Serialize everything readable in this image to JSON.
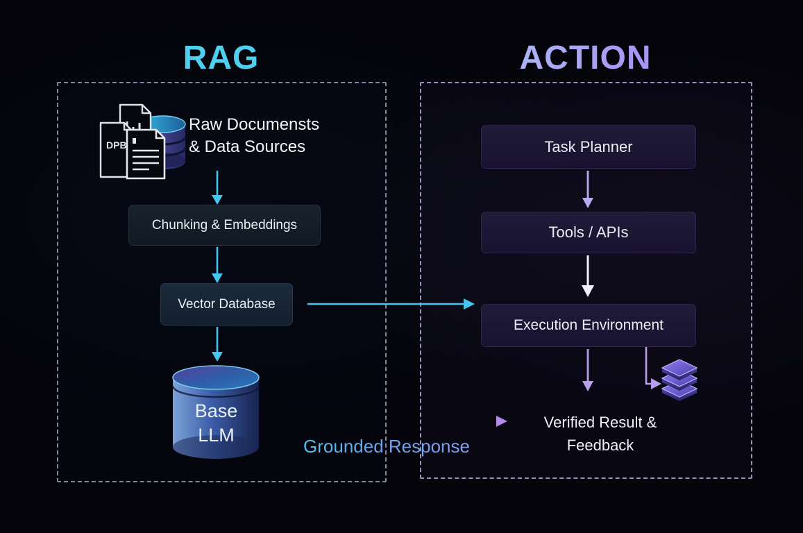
{
  "theme": {
    "background": "#04040a",
    "rag_accent": "#4fd0ee",
    "action_accent_start": "#aecbf7",
    "action_accent_end": "#a57cf2",
    "cyan_arrow": "#45c6ef",
    "lavender_arrow": "#bcaaf0",
    "white_arrow": "#eef2f8",
    "purple_arrow": "#b79fe9",
    "gradient_arrow_start": "#6e9be8",
    "gradient_arrow_end": "#b48cf0",
    "panel_border_left": "#7e89a0",
    "panel_border_right": "#9a92b8",
    "text_primary": "#eceff5"
  },
  "titles": {
    "left": "RAG",
    "right": "ACTION"
  },
  "rag": {
    "raw_sources": {
      "lines": [
        "Raw Documensts",
        "& Data Sources"
      ],
      "doc_badge": "DPB"
    },
    "chunking": {
      "label": "Chunking & Embeddings"
    },
    "vector_database": {
      "label": "Vector Database"
    },
    "base_llm": {
      "lines": [
        "Base",
        "LLM"
      ]
    },
    "grounded_response": {
      "label": "Grounded Response"
    }
  },
  "action": {
    "task_planner": {
      "label": "Task Planner"
    },
    "tools_apis": {
      "label": "Tools / APIs"
    },
    "execution_environment": {
      "label": "Execution Environment"
    },
    "verified_result": {
      "lines": [
        "Verified Result &",
        "Feedback"
      ]
    }
  }
}
